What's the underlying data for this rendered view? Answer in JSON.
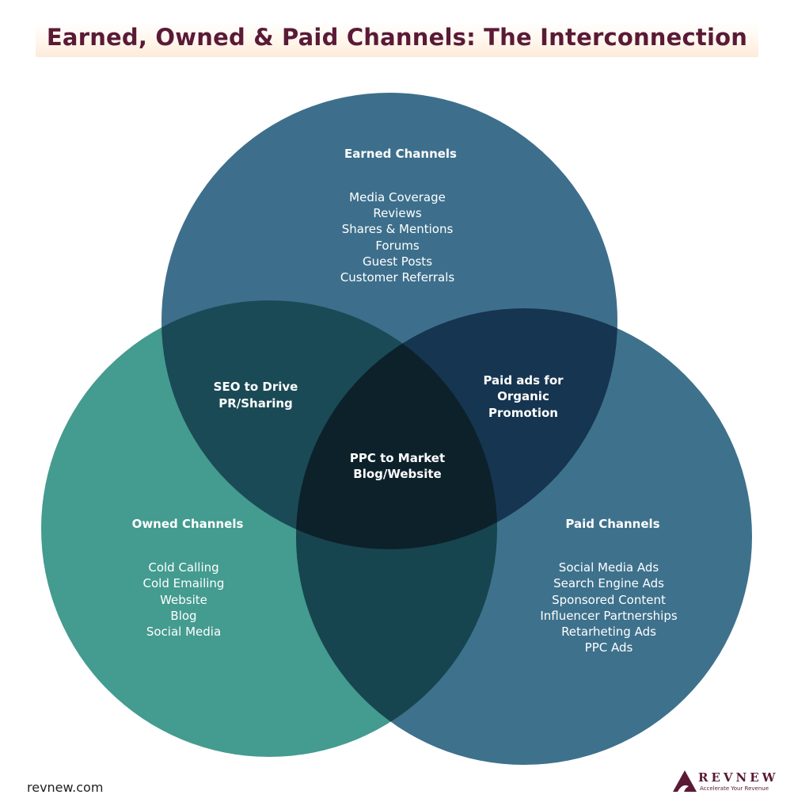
{
  "title": "Earned, Owned & Paid Channels: The Interconnection",
  "colors": {
    "title": "#5a1a36",
    "earned": "#3d6f8c",
    "owned": "#449b8f",
    "paid": "#3e718c",
    "earned_owned": "#1a4a55",
    "earned_paid": "#163550",
    "owned_paid": "#17454f",
    "center": "#0d212b"
  },
  "circles": {
    "earned": {
      "heading": "Earned Channels",
      "items": [
        "Media Coverage",
        "Reviews",
        "Shares & Mentions",
        "Forums",
        "Guest Posts",
        "Customer Referrals"
      ]
    },
    "owned": {
      "heading": "Owned Channels",
      "items": [
        "Cold Calling",
        "Cold Emailing",
        "Website",
        "Blog",
        "Social Media"
      ]
    },
    "paid": {
      "heading": "Paid Channels",
      "items": [
        "Social Media Ads",
        "Search Engine Ads",
        "Sponsored Content",
        "Influencer Partnerships",
        "Retarheting Ads",
        "PPC Ads"
      ]
    }
  },
  "overlaps": {
    "earned_owned": [
      "SEO to Drive",
      "PR/Sharing"
    ],
    "earned_paid": [
      "Paid ads for",
      "Organic",
      "Promotion"
    ],
    "center": [
      "PPC to Market",
      "Blog/Website"
    ]
  },
  "footer": {
    "url": "revnew.com",
    "logo_name": "REVNEW",
    "logo_tagline": "Accelerate Your Revenue",
    "logo_icon": "mountain-logo-icon"
  }
}
